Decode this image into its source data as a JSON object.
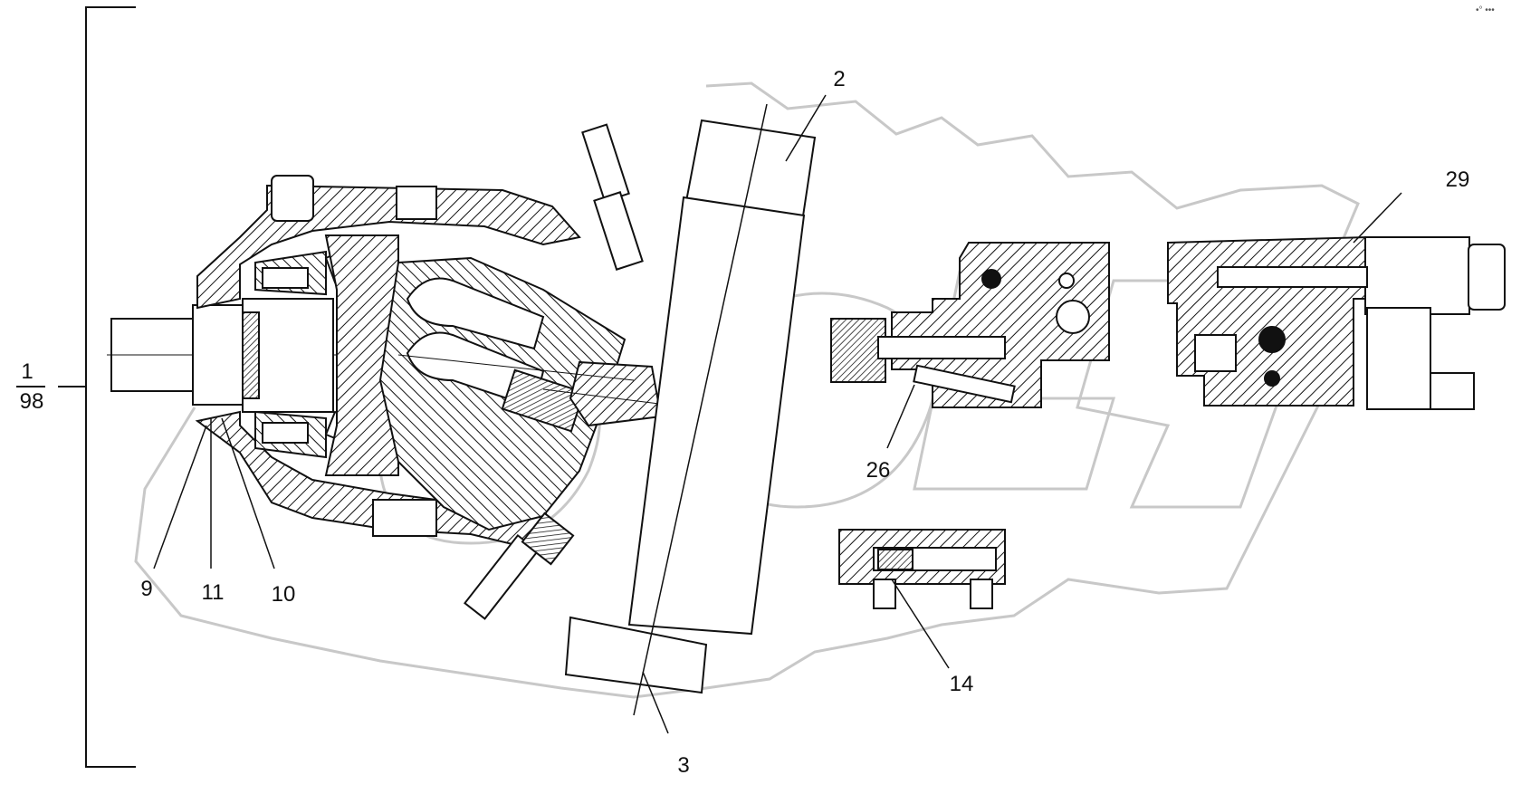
{
  "diagram": {
    "assembly_label": {
      "top": "1",
      "bottom": "98"
    },
    "corner_mark": "•° •••",
    "callouts": {
      "c2": "2",
      "c3": "3",
      "c9": "9",
      "c10": "10",
      "c11": "11",
      "c14": "14",
      "c26": "26",
      "c29": "29"
    },
    "colors": {
      "line": "#111111",
      "watermark": "#c8c8c8",
      "background": "#ffffff"
    }
  }
}
